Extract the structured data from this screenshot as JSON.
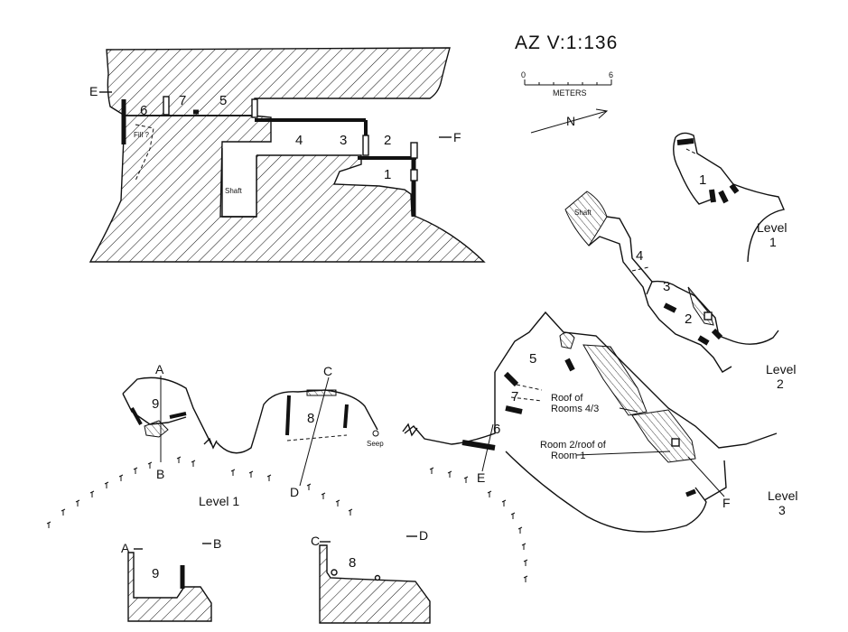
{
  "title": "AZ  V:1:136",
  "scale": {
    "min": "0",
    "max": "6",
    "unit": "METERS"
  },
  "north": "N",
  "section_ef": {
    "end_left": "E",
    "end_right": "F",
    "rooms": [
      "6",
      "7",
      "5",
      "4",
      "3",
      "2",
      "1"
    ],
    "fill_label": "Fill ?",
    "shaft_label": "Shaft"
  },
  "section_ab": {
    "end_left": "A",
    "end_right": "B",
    "room": "9"
  },
  "section_cd": {
    "end_left": "C",
    "end_right": "D",
    "room": "8"
  },
  "plan_level1": {
    "label": "Level  1",
    "room9": "9",
    "room8": "8",
    "cut_a": "A",
    "cut_b": "B",
    "cut_c": "C",
    "cut_d": "D",
    "seep": "Seep"
  },
  "plan_level1_upper": {
    "label_line1": "Level",
    "label_line2": "1",
    "room": "1"
  },
  "plan_level2": {
    "label_line1": "Level",
    "label_line2": "2",
    "shaft_label": "Shaft",
    "rooms": [
      "4",
      "3",
      "2"
    ]
  },
  "plan_level3": {
    "label_line1": "Level",
    "label_line2": "3",
    "rooms": [
      "5",
      "7",
      "6"
    ],
    "cut_e": "E",
    "cut_f": "F",
    "annot_roof43_line1": "Roof of",
    "annot_roof43_line2": "Rooms 4/3",
    "annot_room2_line1": "Room 2/roof of",
    "annot_room2_line2": "Room 1"
  }
}
